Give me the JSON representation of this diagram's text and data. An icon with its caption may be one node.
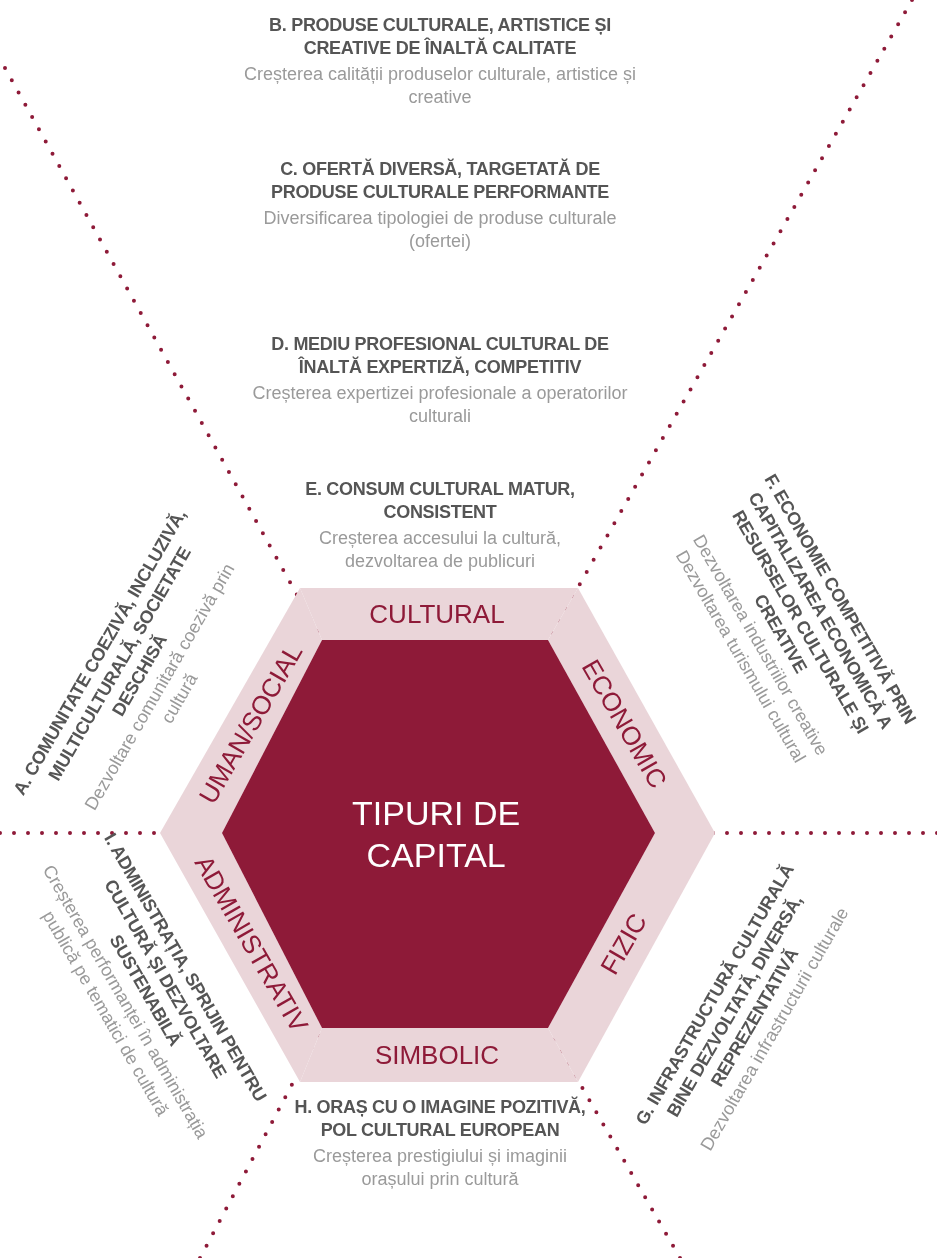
{
  "diagram": {
    "nodes": [
      {
        "text": [
          "CULTURAL"
        ]
      },
      {
        "text": [
          "UMAN/SOCIAL"
        ]
      },
      {
        "text": [
          "ECONOMIC"
        ]
      },
      {
        "text": [
          "TIPURI DE CAPITAL"
        ]
      },
      {
        "text": [
          "ADMINISTRATIV"
        ]
      },
      {
        "text": [
          "FIZIC"
        ]
      },
      {
        "text": [
          "SIMBOLIC"
        ]
      }
    ],
    "labels": [
      "B. PRODUSE CULTURALE, ARTISTICE ȘI CREATIVE DE ÎNALTĂ CALITATE",
      "Creșterea calității produselor culturale, artistice și creative",
      "C. OFERTĂ DIVERSĂ, TARGETATĂ DE PRODUSE CULTURALE PERFORMANTE",
      "Diversificarea tipologiei de produse culturale (ofertei)",
      "D. MEDIU PROFESIONAL CULTURAL DE ÎNALTĂ EXPERTIZĂ, COMPETITIV",
      "Creșterea expertizei profesionale a operatorilor culturali",
      "E. CONSUM CULTURAL MATUR, CONSISTENT",
      "Creșterea accesului la cultură, dezvoltarea de publicuri",
      "A. COMUNITATE COEZIVĂ, INCLUZIVĂ, MULTICULTURALĂ, SOCIETATE DESCHISĂ",
      "Dezvoltare comunitară coezivă prin cultură",
      "F. ECONOMIE COMPETITIVĂ PRIN CAPITALIZAREA ECONOMICĂ A RESURSELOR CULTURALE ȘI CREATIVE",
      "Dezvoltarea industriilor creative",
      "Dezvoltarea turismului cultural",
      "I. ADMINISTRAȚIA, SPRIJIN PENTRU CULTURĂ ȘI DEZVOLTARE SUSTENABILĂ",
      "Creșterea performanței în administrația publică pe tematici de cultură",
      "G. INFRASTRUCTURĂ CULTURALĂ BINE DEZVOLTATĂ, DIVERSĂ, REPREZENTATIVĂ",
      "Dezvoltarea infrastructurii culturale",
      "H. ORAȘ CU O IMAGINE POZITIVĂ, POL CULTURAL EUROPEAN",
      "Creșterea prestigiului și imaginii orașului prin cultură"
    ]
  }
}
